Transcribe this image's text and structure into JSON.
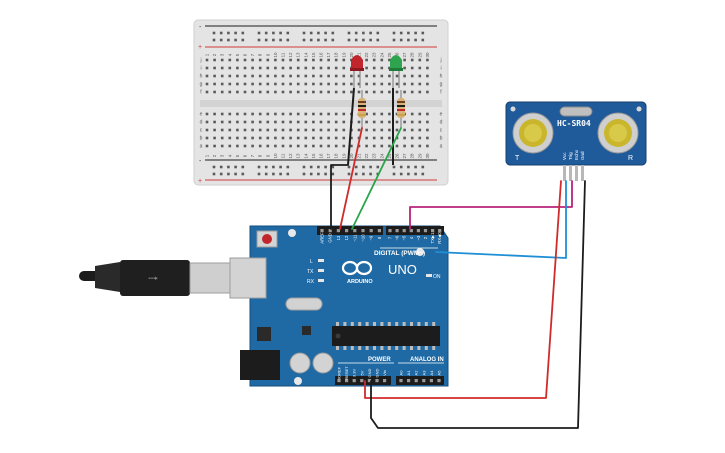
{
  "breadboard": {
    "column_numbers": [
      "1",
      "2",
      "3",
      "4",
      "5",
      "6",
      "7",
      "8",
      "9",
      "10",
      "11",
      "12",
      "13",
      "14",
      "15",
      "16",
      "17",
      "18",
      "19",
      "20",
      "21",
      "22",
      "23",
      "24",
      "25",
      "26",
      "27",
      "28",
      "29",
      "30"
    ],
    "row_letters_top": [
      "j",
      "i",
      "h",
      "g",
      "f"
    ],
    "row_letters_bottom": [
      "e",
      "d",
      "c",
      "b",
      "a"
    ],
    "rail_plus": "+",
    "rail_minus": "-"
  },
  "leds": [
    {
      "color": "#c0262c"
    },
    {
      "color": "#2ea44f"
    }
  ],
  "sensor": {
    "model_label": "HC-SR04",
    "pin_labels": [
      "Vcc",
      "Trig",
      "Echo",
      "Gnd"
    ],
    "corner_left": "T",
    "corner_right": "R"
  },
  "arduino": {
    "brand_label": "ARDUINO",
    "model_label": "UNO",
    "digital_header": "DIGITAL (PWM~)",
    "power_header": "POWER",
    "analog_header": "ANALOG IN",
    "on_label": "ON",
    "led_labels": [
      "L",
      "TX",
      "RX"
    ],
    "top_pin_labels": [
      "AREF",
      "GND",
      "13",
      "12",
      "~11",
      "~10",
      "~9",
      "8",
      "7",
      "~6",
      "~5",
      "4",
      "~3",
      "2",
      "TX▶1",
      "RX◀0"
    ],
    "power_pin_labels": [
      "IOREF",
      "RESET",
      "3.3V",
      "5V",
      "GND",
      "GND",
      "Vin"
    ],
    "analog_pin_labels": [
      "A0",
      "A1",
      "A2",
      "A3",
      "A4",
      "A5"
    ]
  },
  "wire_colors": {
    "red": "#d02b2b",
    "green": "#2aa54a",
    "black": "#1c1c1c",
    "magenta": "#b8237b",
    "blue": "#1e8fd5",
    "board": "#1f6aa5",
    "board_dark": "#134e7e"
  }
}
